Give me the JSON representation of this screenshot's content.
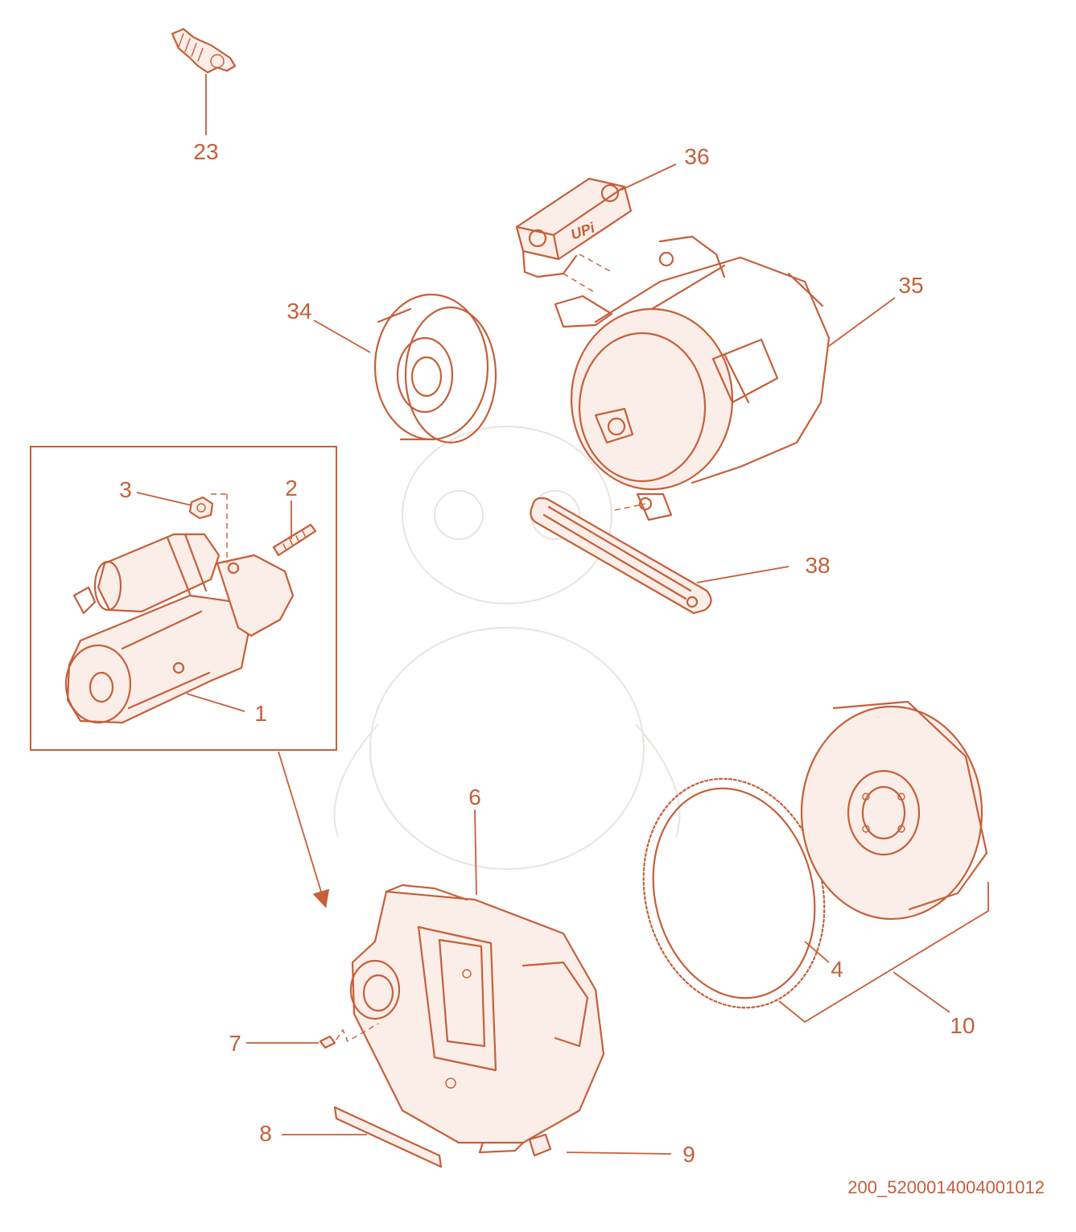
{
  "diagram": {
    "document_code": "200_5200014004001012",
    "accent_color": "#c65f3a",
    "callouts": {
      "c1": "1",
      "c2": "2",
      "c3": "3",
      "c4": "4",
      "c6": "6",
      "c7": "7",
      "c8": "8",
      "c9": "9",
      "c10": "10",
      "c23": "23",
      "c34": "34",
      "c35": "35",
      "c36": "36",
      "c38": "38"
    },
    "regulator_logo": "UPi"
  }
}
